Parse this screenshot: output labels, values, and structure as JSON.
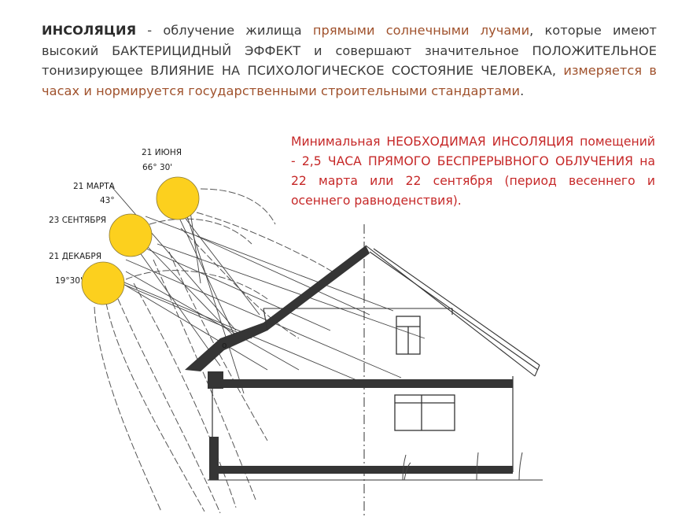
{
  "intro": {
    "term": "ИНСОЛЯЦИЯ",
    "part1": " - облучение жилища ",
    "highlight1": "прямыми солнечными лучами",
    "part2": ", которые имеют высокий БАКТЕРИЦИДНЫЙ ЭФФЕКТ и совершают значительное ПОЛОЖИТЕЛЬНОЕ тонизирующее ВЛИЯНИЕ НА ПСИХОЛОГИЧЕСКОЕ СОСТОЯНИЕ ЧЕЛОВЕКА, ",
    "highlight2": "измеряется в часах и нормируется государственными строительными стандартами",
    "part3": "."
  },
  "note": "Минимальная НЕОБХОДИМАЯ ИНСОЛЯЦИЯ помещений - 2,5 ЧАСА ПРЯМОГО БЕСПРЕРЫВНОГО ОБЛУЧЕНИЯ на 22 марта или 22 сентября (период весеннего и осеннего равноденствия).",
  "diagram": {
    "labels": {
      "june": "21 ИЮНЯ",
      "june_angle": "66° 30'",
      "march": "21 МАРТА",
      "march_angle": "43°",
      "september": "23 СЕНТЯБРЯ",
      "december": "21 ДЕКАБРЯ",
      "december_angle": "19°30'",
      "point": "о"
    },
    "colors": {
      "sun_fill": "#fcd01e",
      "sun_stroke": "#8a7a3a",
      "house_dark": "#333333",
      "line": "#444444"
    }
  }
}
